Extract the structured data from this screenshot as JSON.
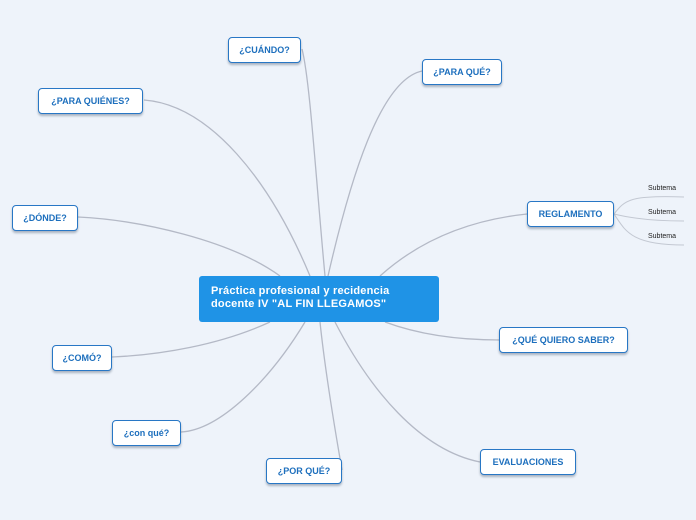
{
  "central_topic": "Práctica profesional y recidencia docente IV \"AL FIN LLEGAMOS\"",
  "topics": {
    "cuando": "¿CUÁNDO?",
    "para_que": "¿PARA QUÉ?",
    "para_quienes": "¿PARA QUIÉNES?",
    "donde": "¿DÓNDE?",
    "reglamento": "REGLAMENTO",
    "que_quiero_saber": "¿QUÉ QUIERO SABER?",
    "como": "¿COMÓ?",
    "con_que": "¿con qué?",
    "por_que": "¿POR QUÉ?",
    "evaluaciones": "EVALUACIONES"
  },
  "subtopics": [
    "Subtema",
    "Subtema",
    "Subtema"
  ],
  "colors": {
    "background": "#eef3fa",
    "central_fill": "#1f93e6",
    "node_border": "#2877c5",
    "node_text": "#1d6fbd",
    "connector": "#b4b9c6"
  }
}
